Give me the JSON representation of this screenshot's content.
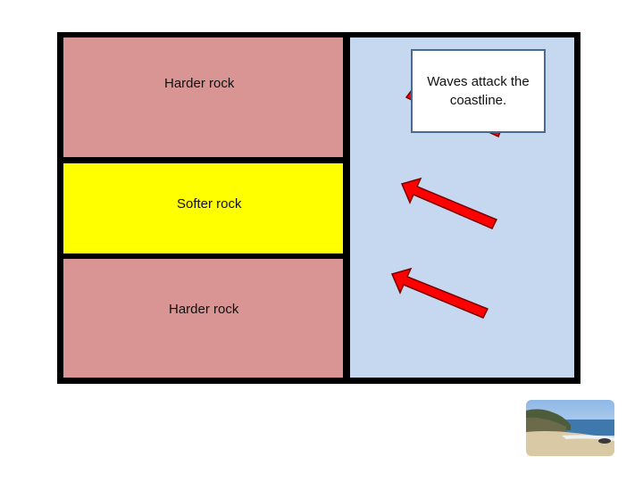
{
  "diagram": {
    "rock_labels": {
      "top": "Harder rock",
      "middle": "Softer rock",
      "bottom": "Harder rock"
    },
    "callout_text": "Waves attack the coastline.",
    "colors": {
      "harder_rock": "#d89593",
      "softer_rock": "#ffff00",
      "sea": "#c6d8f0",
      "border": "#000000",
      "arrow_fill": "#ff0000",
      "arrow_stroke": "#7a0000",
      "callout_border": "#4a6a96"
    },
    "icons": {
      "arrow": "wave-direction-arrow-icon",
      "photo": "beach-photo-icon"
    }
  }
}
